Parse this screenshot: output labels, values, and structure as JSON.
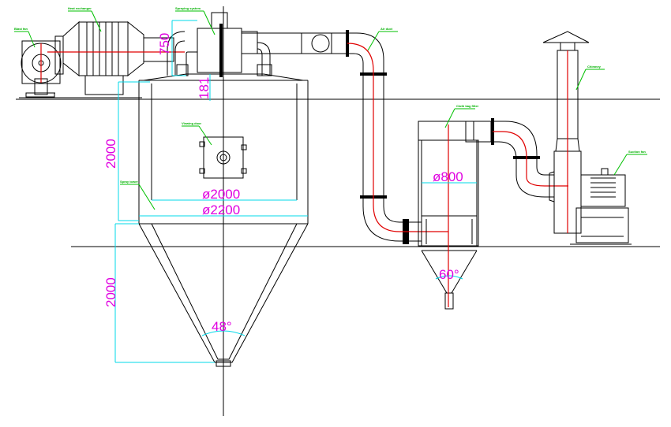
{
  "dimensions": {
    "d750": "750",
    "d181": "181",
    "h_cylinder": "2000",
    "h_cone": "2000",
    "dia_inner": "ø2000",
    "dia_outer": "ø2200",
    "angle_cone": "48°",
    "dia_filter": "ø800",
    "angle_filter": "60°"
  },
  "labels": {
    "blast_fan": "Blast fan",
    "heat_exchanger": "Heat exchanger",
    "atomizer": "Spraying system",
    "air_duct": "Air duct",
    "bag_filter": "Cloth bag filter",
    "chimney": "Chimney",
    "suction_fan": "Suction fan",
    "spray_tower": "Spray tower",
    "viewing_door": "Viewing door"
  },
  "colors": {
    "line": "#000000",
    "centerline": "#e00000",
    "dimension": "#00d8e8",
    "dimension_text": "#e000e0",
    "leader": "#00c000"
  }
}
